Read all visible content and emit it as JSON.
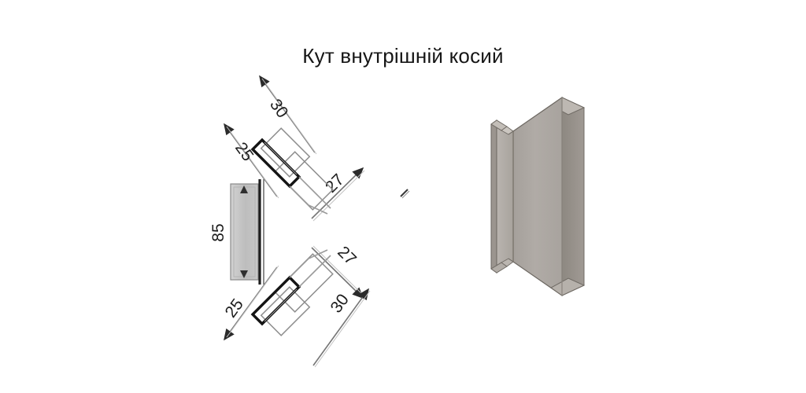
{
  "title": "Кут внутрішній косий",
  "drawing": {
    "name": "angle-profile-technical-drawing",
    "dimensions": {
      "top_leg_outer": "30",
      "top_leg_inner": "25",
      "top_bevel": "27",
      "height": "85",
      "bottom_bevel": "27",
      "bottom_leg_inner": "25",
      "bottom_leg_outer": "30"
    },
    "center_mark": "",
    "units_note": ""
  },
  "colors": {
    "background": "#ffffff",
    "title_text": "#161616",
    "line_dark": "#1c1c1c",
    "line_medium": "#6f6f6f",
    "line_light": "#9a9a9a",
    "render_front_face": "#aba6a2",
    "render_side_face": "#8e8983",
    "render_inner_face": "#b6b1ac",
    "render_edge": "#6b6660",
    "render_highlight": "#cfcac5"
  },
  "render": {
    "name": "angle-profile-3d-render",
    "description": "Beveled internal corner profile isometric view"
  }
}
